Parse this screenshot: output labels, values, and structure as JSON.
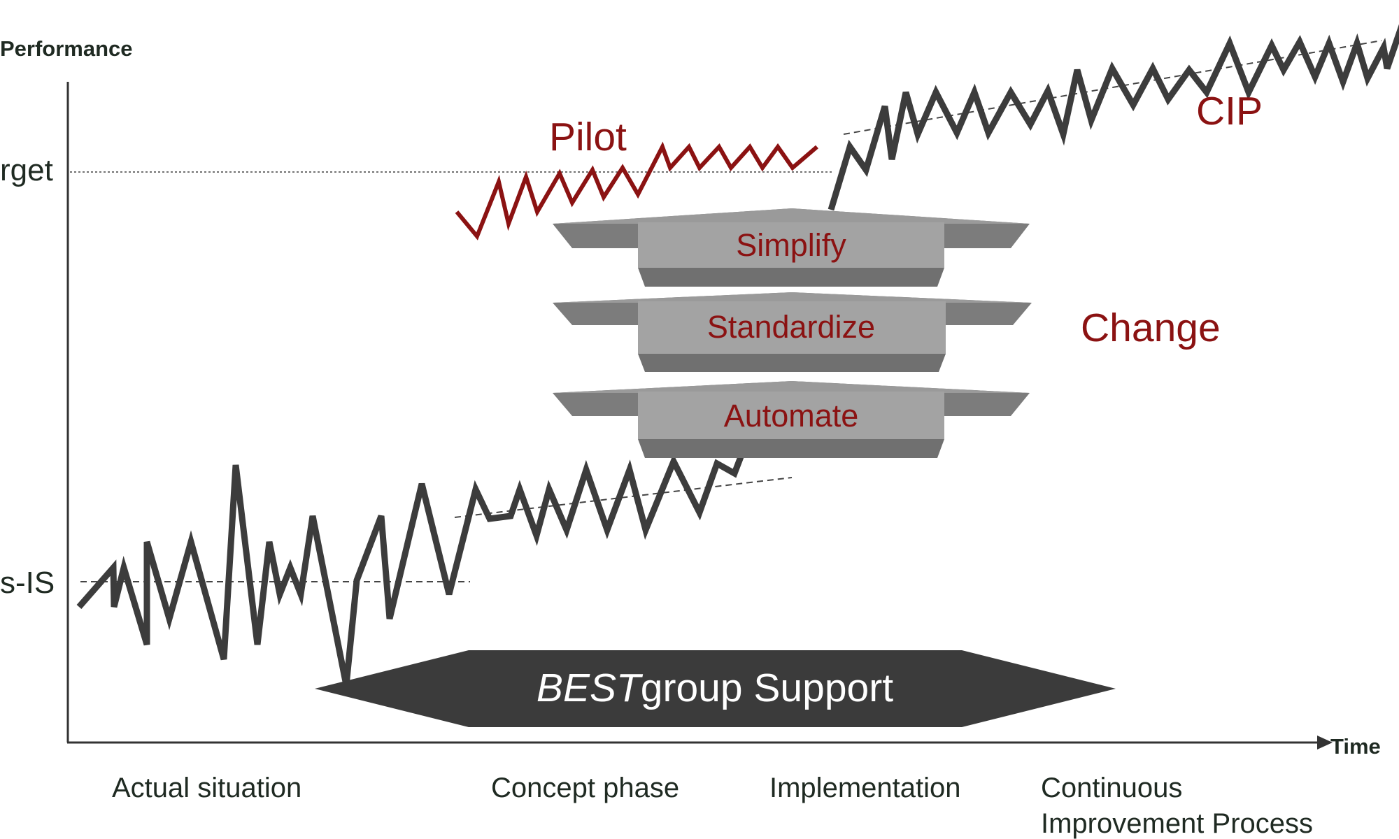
{
  "axes": {
    "y_label": "Performance",
    "x_label": "Time",
    "y_levels": {
      "target": "rget",
      "as_is": "s-IS"
    }
  },
  "phases": [
    {
      "label": "Actual situation"
    },
    {
      "label": "Concept phase"
    },
    {
      "label": "Implementation"
    },
    {
      "label": "Continuous",
      "label_line2": "Improvement Process"
    }
  ],
  "pilot": {
    "label": "Pilot"
  },
  "cip": {
    "label": "CIP"
  },
  "change": {
    "label": "Change",
    "steps": [
      "Simplify",
      "Standardize",
      "Automate"
    ]
  },
  "support": {
    "label_italic": "BEST",
    "label_rest": "group Support"
  },
  "colors": {
    "accent_red": "#8b1212",
    "line_dark": "#3c3c3c",
    "platform_light": "#a3a3a3",
    "platform_mid": "#8a8a8a",
    "platform_dark": "#707070",
    "support_fill": "#3b3b3b",
    "text_dark": "#1f2a22"
  }
}
